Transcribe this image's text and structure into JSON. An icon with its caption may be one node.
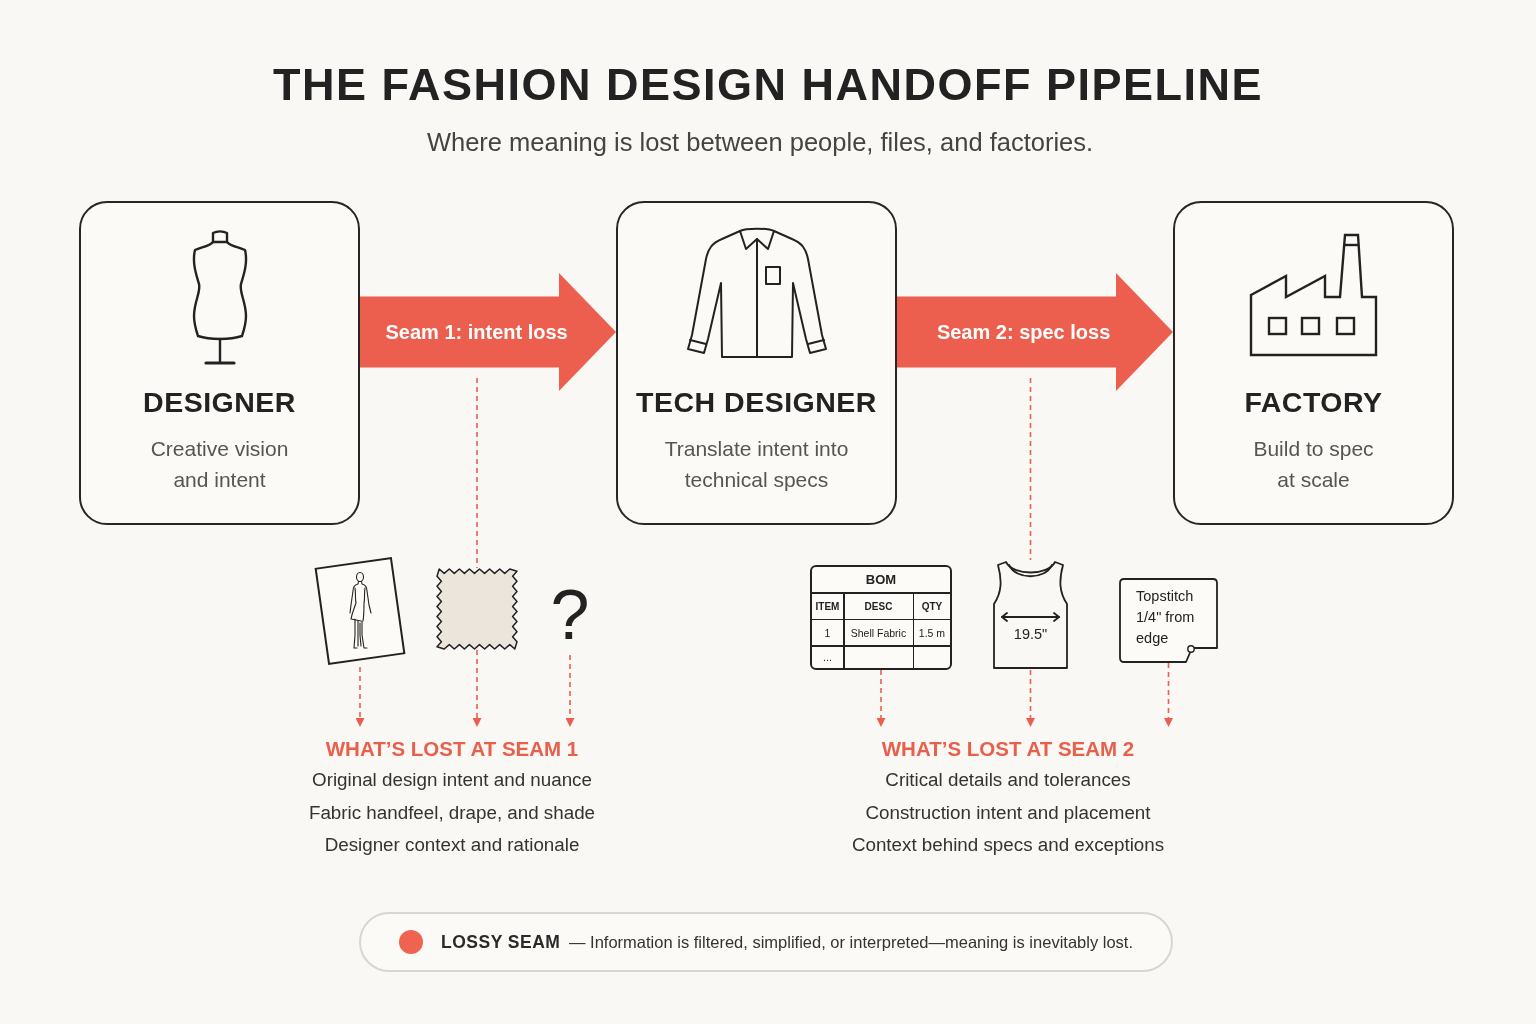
{
  "diagram": {
    "title": "THE FASHION DESIGN HANDOFF PIPELINE",
    "nodes": [
      {
        "text": [
          "DESIGNER",
          "Creative vision and intent"
        ]
      },
      {
        "text": [
          "TECH DESIGNER",
          "Translate intent into technical specs"
        ]
      },
      {
        "text": [
          "FACTORY",
          "Build to spec at scale"
        ]
      },
      {
        "text": [],
        "shape": "picture"
      },
      {
        "text": [],
        "shape": "box"
      },
      {
        "text": [
          "?"
        ]
      },
      {
        "text": [
          "BOM",
          "ITEM",
          "DESC",
          "QTY",
          "1",
          "Shell Fabric",
          "1.5 m",
          "..."
        ]
      },
      {
        "text": [
          "19.5\""
        ]
      },
      {
        "text": [
          "Topstitch 1/4\" from edge"
        ]
      },
      {
        "text": [
          "WHAT’S LOST AT SEAM 1",
          "Original design intent and nuance",
          "Fabric handfeel, drape, and shade",
          "Designer context and rationale"
        ]
      },
      {
        "text": [
          "WHAT’S LOST AT SEAM 2",
          "Critical details and tolerances",
          "Construction intent and placement",
          "Context behind specs and exceptions"
        ]
      }
    ],
    "edges": [
      {
        "from": 0,
        "to": 1,
        "arrow": "to",
        "label": "Seam 1: intent loss",
        "style": "thick"
      },
      {
        "from": 1,
        "to": 2,
        "arrow": "to",
        "label": "Seam 2: spec loss",
        "style": "thick"
      },
      {
        "from": null,
        "to": 4,
        "arrow": "none",
        "style": "dashed"
      },
      {
        "from": null,
        "to": 7,
        "arrow": "none",
        "style": "dashed"
      },
      {
        "from": 3,
        "to": 9,
        "arrow": "to",
        "style": "dashed"
      },
      {
        "from": 4,
        "to": 9,
        "arrow": "to",
        "style": "dashed"
      },
      {
        "from": 5,
        "to": 9,
        "arrow": "to",
        "style": "dashed"
      },
      {
        "from": 6,
        "to": 10,
        "arrow": "to",
        "style": "dashed"
      },
      {
        "from": 7,
        "to": 10,
        "arrow": "to",
        "style": "dashed"
      },
      {
        "from": 8,
        "to": 10,
        "arrow": "to",
        "style": "dashed"
      }
    ],
    "labels": [
      "Where meaning is lost between people, files, and factories."
    ],
    "legend": [
      {
        "text": "**LOSSY SEAM** — Information is filtered, simplified, or interpreted—meaning is inevitably lost.",
        "color": "#ef6351"
      }
    ]
  }
}
